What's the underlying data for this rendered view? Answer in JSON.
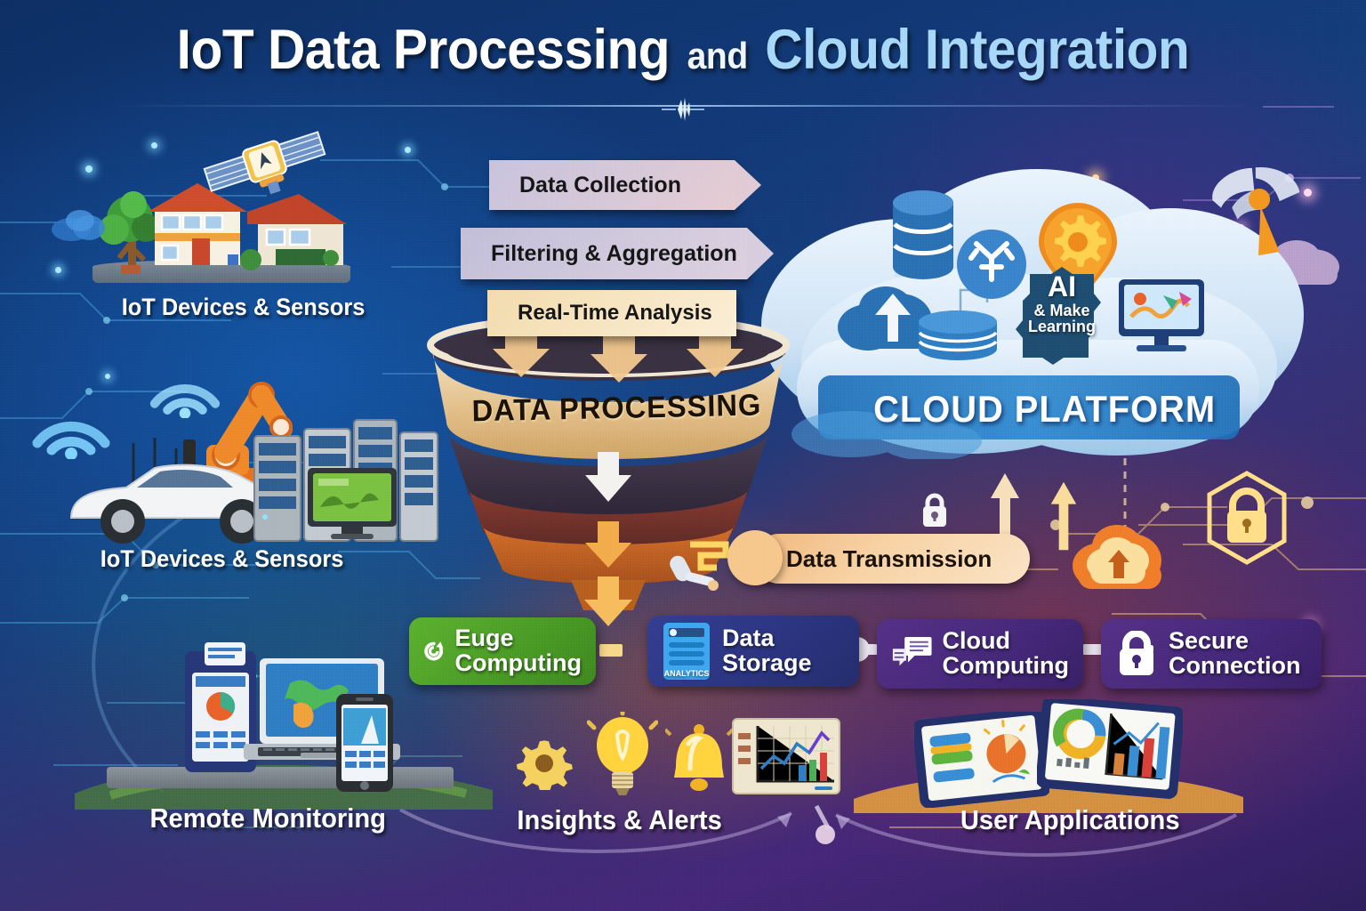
{
  "title": {
    "part1": "IoT Data Processing",
    "connector": "and",
    "part2": "Cloud Integration"
  },
  "pipeline_banners": [
    {
      "label": "Data Collection",
      "color": "#c9c4dd"
    },
    {
      "label": "Filtering & Aggregation",
      "color": "#c6c2dc"
    },
    {
      "label": "Real-Time Analysis",
      "color": "#f4dfb4"
    }
  ],
  "funnel": {
    "label": "DATA PROCESSING",
    "band_color": "#e3c08a"
  },
  "cloud": {
    "title": "CLOUD PLATFORM",
    "badge_line1": "AI",
    "badge_line2": "& Make",
    "badge_line3": "Learning",
    "icons": [
      "database-stack-icon",
      "network-node-icon",
      "cloud-upload-icon",
      "disk-stack-icon",
      "gear-pin-icon",
      "laptop-chart-icon"
    ]
  },
  "transmission": {
    "label": "Data Transmission",
    "icons": [
      "padlock-white-icon",
      "cloud-upload-orange-icon",
      "hex-lock-icon",
      "up-arrow-icon"
    ]
  },
  "service_cards": [
    {
      "label_line1": "Euge",
      "label_line2": "Computing",
      "icon": "edge-refresh-icon",
      "color": "#4f9e28"
    },
    {
      "label_line1": "Data",
      "label_line2": "Storage",
      "icon": "analytics-doc-icon",
      "color": "#2c3580"
    },
    {
      "label_line1": "Cloud",
      "label_line2": "Computing",
      "icon": "chat-layers-icon",
      "color": "#4a2a78"
    },
    {
      "label_line1": "Secure",
      "label_line2": "Connection",
      "icon": "padlock-icon",
      "color": "#4a2a78"
    }
  ],
  "source_labels": [
    {
      "label": "IoT Devices & Sensors"
    },
    {
      "label": "IoT Devices & Sensors"
    }
  ],
  "outcome_labels": [
    {
      "label": "Remote Monitoring"
    },
    {
      "label": "Insights & Alerts"
    },
    {
      "label": "User Applications"
    }
  ],
  "analytics_tag": "ANALYTICS",
  "colors": {
    "background_deep_blue": "#12376f",
    "background_purple": "#46277a",
    "accent_cyan": "#5fc8ff",
    "accent_orange": "#f08a2a",
    "accent_yellow": "#ffd24d",
    "accent_green": "#4f9e28",
    "cloud_light": "#cfe4f5",
    "cloud_mid": "#2f7fc4"
  }
}
